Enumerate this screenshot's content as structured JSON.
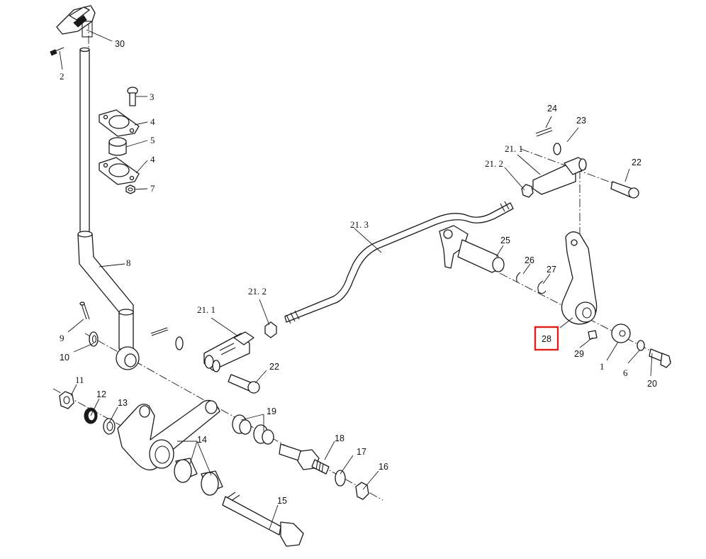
{
  "labels": {
    "p30": "30",
    "p2": "2",
    "p3": "3",
    "p4a": "4",
    "p5": "5",
    "p4b": "4",
    "p7": "7",
    "p8": "8",
    "p9": "9",
    "p10": "10",
    "p11": "11",
    "p12": "12",
    "p13": "13",
    "p14": "14",
    "p15": "15",
    "p16": "16",
    "p17": "17",
    "p18": "18",
    "p19": "19",
    "p20": "20",
    "p21_1a": "21. 1",
    "p21_2a": "21. 2",
    "p21_3": "21. 3",
    "p21_1b": "21. 1",
    "p21_2b": "21. 2",
    "p22a": "22",
    "p22b": "22",
    "p23": "23",
    "p24": "24",
    "p25": "25",
    "p26": "26",
    "p27": "27",
    "p28": "28",
    "p29": "29",
    "p1": "1",
    "p6": "6"
  },
  "highlight": {
    "label": "28",
    "color": "#e0201b"
  }
}
